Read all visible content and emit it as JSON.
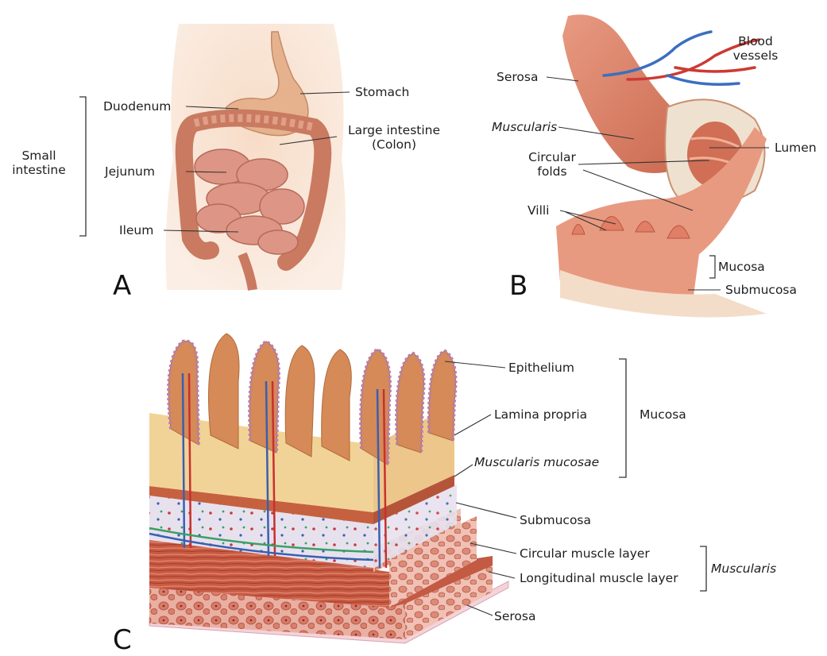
{
  "panel_a": {
    "letter": "A",
    "group_label_line1": "Small",
    "group_label_line2": "intestine",
    "labels": {
      "duodenum": "Duodenum",
      "jejunum": "Jejunum",
      "ileum": "Ileum",
      "stomach": "Stomach",
      "large_intestine_line1": "Large intestine",
      "large_intestine_line2": "(Colon)"
    }
  },
  "panel_b": {
    "letter": "B",
    "labels": {
      "serosa": "Serosa",
      "blood_vessels_line1": "Blood",
      "blood_vessels_line2": "vessels",
      "muscularis": "Muscularis",
      "circular_folds_line1": "Circular",
      "circular_folds_line2": "folds",
      "lumen": "Lumen",
      "villi": "Villi",
      "mucosa": "Mucosa",
      "submucosa": "Submucosa"
    }
  },
  "panel_c": {
    "letter": "C",
    "labels": {
      "epithelium": "Epithelium",
      "lamina_propria": "Lamina propria",
      "mucosa": "Mucosa",
      "muscularis_mucosae": "Muscularis mucosae",
      "submucosa": "Submucosa",
      "circular_muscle": "Circular muscle layer",
      "longitudinal_muscle": "Longitudinal muscle layer",
      "muscularis": "Muscularis",
      "serosa": "Serosa"
    }
  },
  "colors": {
    "tissue_pink": "#e8a08a",
    "muscle_red": "#c2553f",
    "vein_blue": "#3a5fb0",
    "artery_red": "#c9302c",
    "submucosa_lilac": "#ddd3e6",
    "villus_tan": "#d9965e",
    "serosa_pink": "#f2cfd6"
  }
}
